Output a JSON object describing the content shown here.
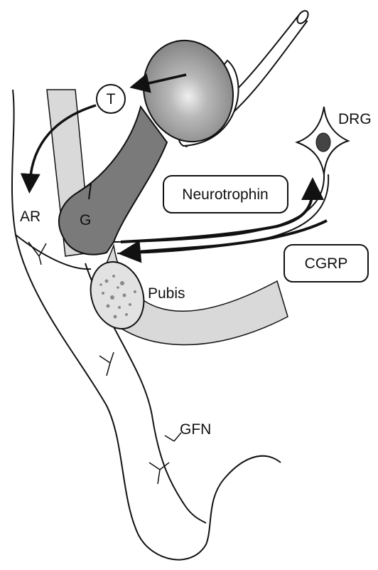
{
  "labels": {
    "testosterone": "T",
    "drg": "DRG",
    "neurotrophin": "Neurotrophin",
    "ar": "AR",
    "gubernaculum": "G",
    "cgrp": "CGRP",
    "pubis": "Pubis",
    "gfn": "GFN"
  },
  "colors": {
    "outline": "#111111",
    "gubernaculum_fill": "#7a7a7a",
    "testis_fill": "#8c8c8c",
    "testis_highlight": "#e6e6e6",
    "pelvic_band_fill": "#d9d9d9",
    "pubis_fill": "#e2e2e2",
    "pubis_speckle": "#8a8a8a",
    "drg_fill": "#444444",
    "background": "#ffffff"
  }
}
